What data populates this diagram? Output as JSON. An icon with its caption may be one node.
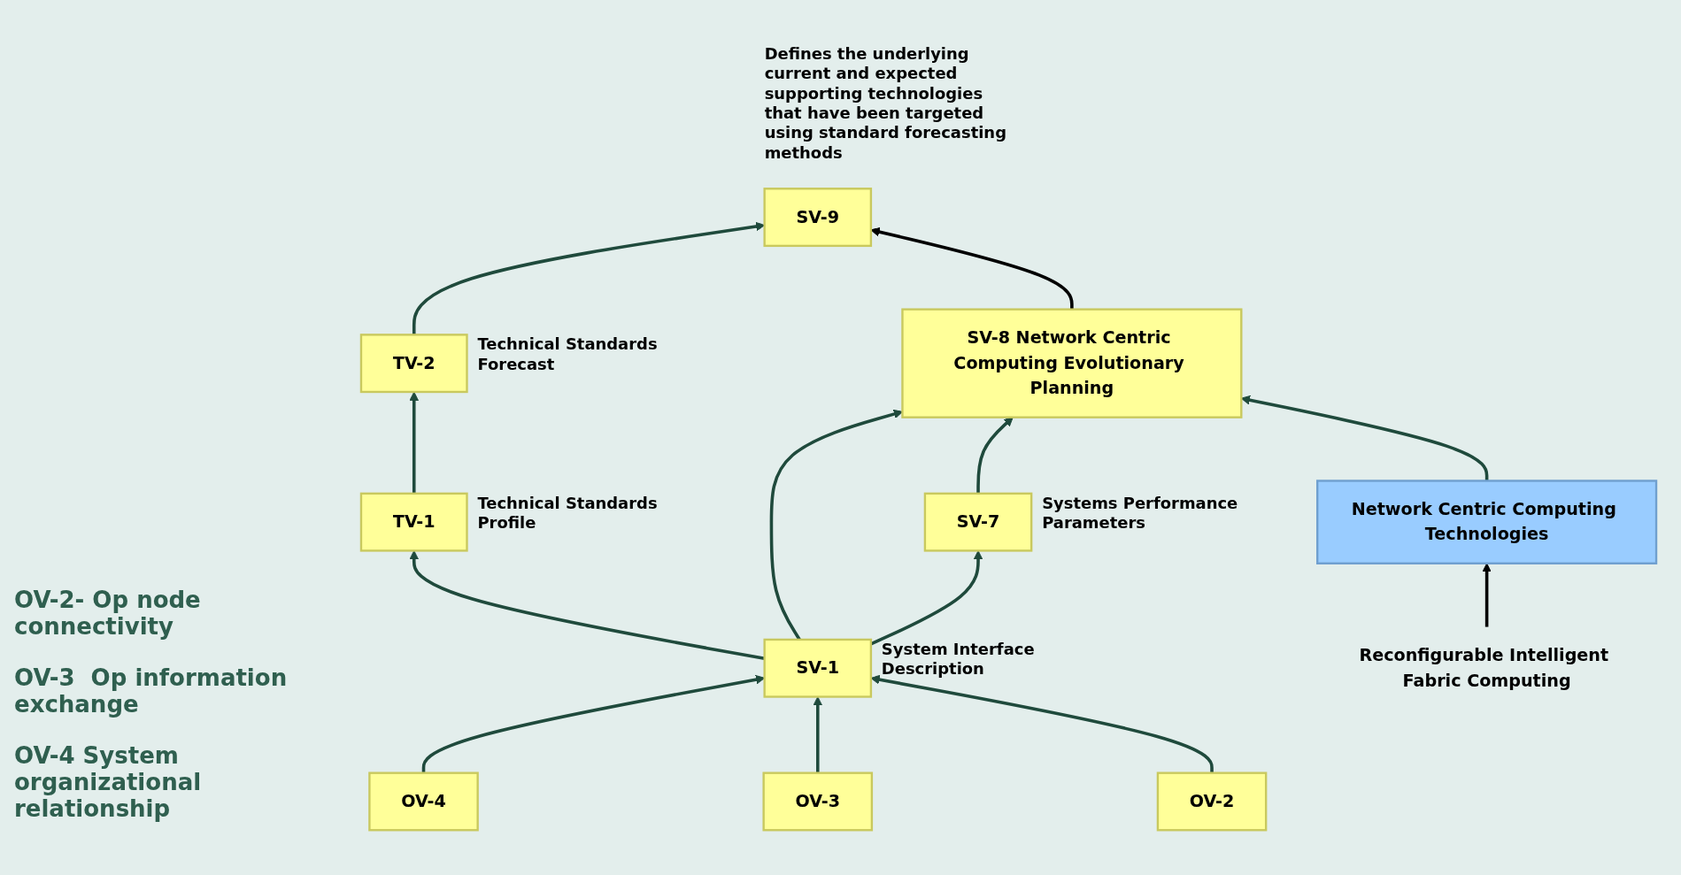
{
  "diagram": {
    "nodes": [
      {
        "text": [
          "TV-1"
        ],
        "beside": [
          "Technical Standards Profile"
        ]
      },
      {
        "text": [
          "TV-2"
        ],
        "beside": [
          "Technical Standards Forecast"
        ]
      },
      {
        "text": [
          "Network Centric Computing Technologies"
        ]
      },
      {
        "text": [
          "SV-8 Network Centric Computing Evolutionary Planning"
        ]
      },
      {
        "text": [
          "SV-9"
        ],
        "beside": [
          "Defines the underlying current and expected supporting technologies that have been targeted using standard forecasting methods"
        ]
      },
      {
        "text": [
          "SV-7"
        ],
        "beside": [
          "Systems Performance Parameters"
        ]
      },
      {
        "text": [
          "SV-1"
        ],
        "beside": [
          "System Interface Description"
        ]
      },
      {
        "text": [
          "OV-2"
        ]
      },
      {
        "text": [
          "OV-3"
        ]
      },
      {
        "text": [
          "OV-4"
        ]
      },
      {
        "text": [
          "Reconfigurable Intelligent Fabric Computing"
        ]
      }
    ],
    "edges": [
      {
        "from": 0,
        "to": 1,
        "arrow": "to"
      },
      {
        "from": 1,
        "to": 4,
        "arrow": "to"
      },
      {
        "from": 2,
        "to": 3,
        "arrow": "to"
      },
      {
        "from": 3,
        "to": 4,
        "arrow": "to",
        "color": "#000000"
      },
      {
        "from": 5,
        "to": 3,
        "arrow": "to"
      },
      {
        "from": 6,
        "to": 5,
        "arrow": "to"
      },
      {
        "from": 6,
        "to": 3,
        "arrow": "to"
      },
      {
        "from": 6,
        "to": 0,
        "arrow": "to"
      },
      {
        "from": 7,
        "to": 6,
        "arrow": "to"
      },
      {
        "from": 8,
        "to": 6,
        "arrow": "to"
      },
      {
        "from": 9,
        "to": 6,
        "arrow": "to"
      },
      {
        "from": 10,
        "to": 2,
        "arrow": "to",
        "color": "#000000"
      }
    ],
    "labels": [
      "OV-2- Op node connectivity",
      "OV-3  Op information exchange",
      "OV-4 System organizational relationship"
    ]
  }
}
